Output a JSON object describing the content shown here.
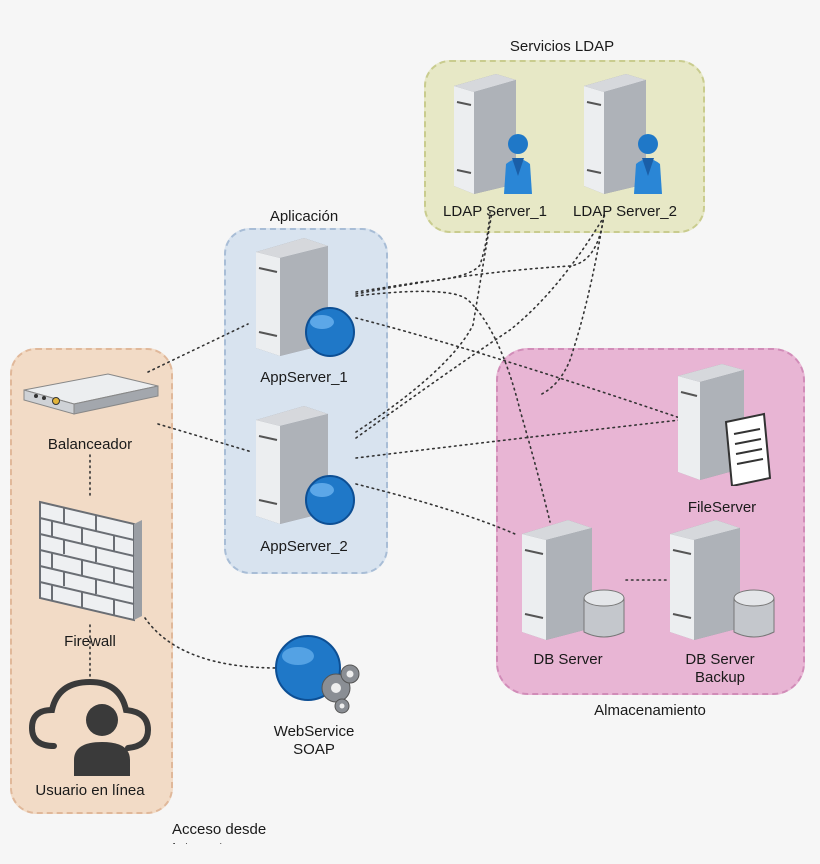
{
  "groups": {
    "ldap": "Servicios LDAP",
    "app": "Aplicación",
    "storage": "Almacenamiento",
    "access": "Acceso desde Internet"
  },
  "nodes": {
    "ldap1": "LDAP Server_1",
    "ldap2": "LDAP Server_2",
    "app1": "AppServer_1",
    "app2": "AppServer_2",
    "balancer": "Balanceador",
    "firewall": "Firewall",
    "user": "Usuario en línea",
    "webservice_line1": "WebService",
    "webservice_line2": "SOAP",
    "fileserver": "FileServer",
    "db": "DB Server",
    "dbbackup_line1": "DB Server",
    "dbbackup_line2": "Backup"
  },
  "colors": {
    "ldap_zone": "#e7e8c6",
    "app_zone": "#d8e3ef",
    "access_zone": "#f2dbc6",
    "storage_zone": "#e8b5d4",
    "globe": "#1f78c8",
    "server_body": "#a9adb3"
  }
}
